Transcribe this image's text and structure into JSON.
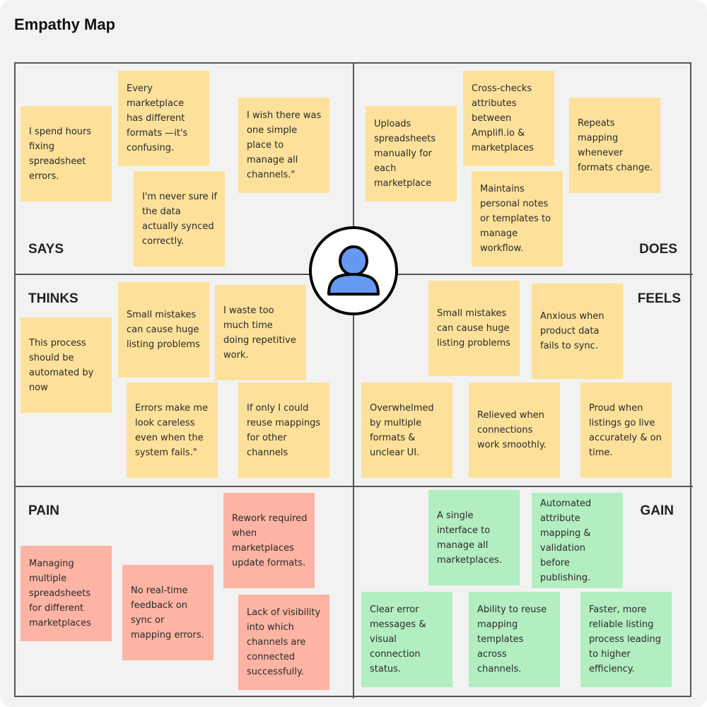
{
  "title": "Empathy Map",
  "colors": {
    "sticky_yellow": "#fde19a",
    "sticky_pink": "#fdb4a4",
    "sticky_green": "#b3eec1",
    "avatar_blue": "#6699f2"
  },
  "center_icon": "user-icon",
  "quadrants": {
    "says": {
      "label": "SAYS",
      "notes": [
        "I spend hours fixing spreadsheet errors.",
        "Every marketplace has different formats —it's confusing.",
        "I wish there was one simple place to manage all channels.\"",
        "I'm never sure if the data actually synced correctly."
      ]
    },
    "does": {
      "label": "DOES",
      "notes": [
        "Uploads spreadsheets manually for each marketplace",
        "Cross-checks attributes between Amplifi.io & marketplaces",
        "Repeats mapping whenever formats change.",
        "Maintains personal notes or templates to manage workflow."
      ]
    },
    "thinks": {
      "label": "THINKS",
      "notes": [
        "This process should be automated by now",
        "Small mistakes can cause huge listing problems",
        "I waste too much time doing repetitive work.",
        "Errors make me look careless even when the system fails.\"",
        "If only I could reuse mappings for other channels"
      ]
    },
    "feels": {
      "label": "FEELS",
      "notes": [
        "Small mistakes can cause huge listing problems",
        "Anxious when product data fails to sync.",
        "Overwhelmed by multiple formats & unclear UI.",
        "Relieved when connections work smoothly.",
        "Proud when listings go live accurately & on time."
      ]
    },
    "pain": {
      "label": "PAIN",
      "notes": [
        "Managing multiple spreadsheets for different marketplaces",
        "No real-time feedback on sync or mapping errors.",
        "Rework required when marketplaces update formats.",
        "Lack of visibility into which channels are connected successfully."
      ]
    },
    "gain": {
      "label": "GAIN",
      "notes": [
        "A single interface to manage all marketplaces.",
        "Automated attribute mapping & validation before publishing.",
        "Clear error messages & visual connection status.",
        "Ability to reuse mapping templates across channels.",
        "Faster, more reliable listing process leading to higher efficiency."
      ]
    }
  }
}
